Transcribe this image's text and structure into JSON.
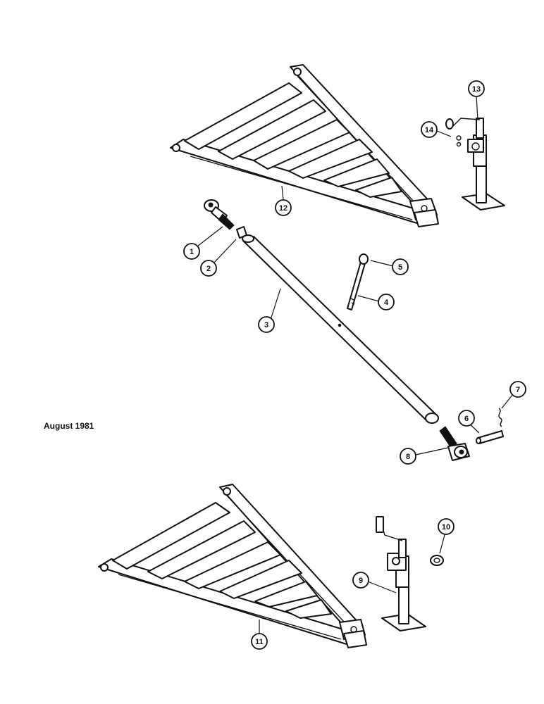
{
  "date_note": "August 1981",
  "callouts": [
    {
      "part": "1",
      "label": "1"
    },
    {
      "part": "2",
      "label": "2"
    },
    {
      "part": "3",
      "label": "3"
    },
    {
      "part": "4",
      "label": "4"
    },
    {
      "part": "5",
      "label": "5"
    },
    {
      "part": "6",
      "label": "6"
    },
    {
      "part": "7",
      "label": "7"
    },
    {
      "part": "8",
      "label": "8"
    },
    {
      "part": "9",
      "label": "9"
    },
    {
      "part": "10",
      "label": "10"
    },
    {
      "part": "11",
      "label": "11"
    },
    {
      "part": "12",
      "label": "12"
    },
    {
      "part": "13",
      "label": "13"
    },
    {
      "part": "14",
      "label": "14"
    }
  ]
}
